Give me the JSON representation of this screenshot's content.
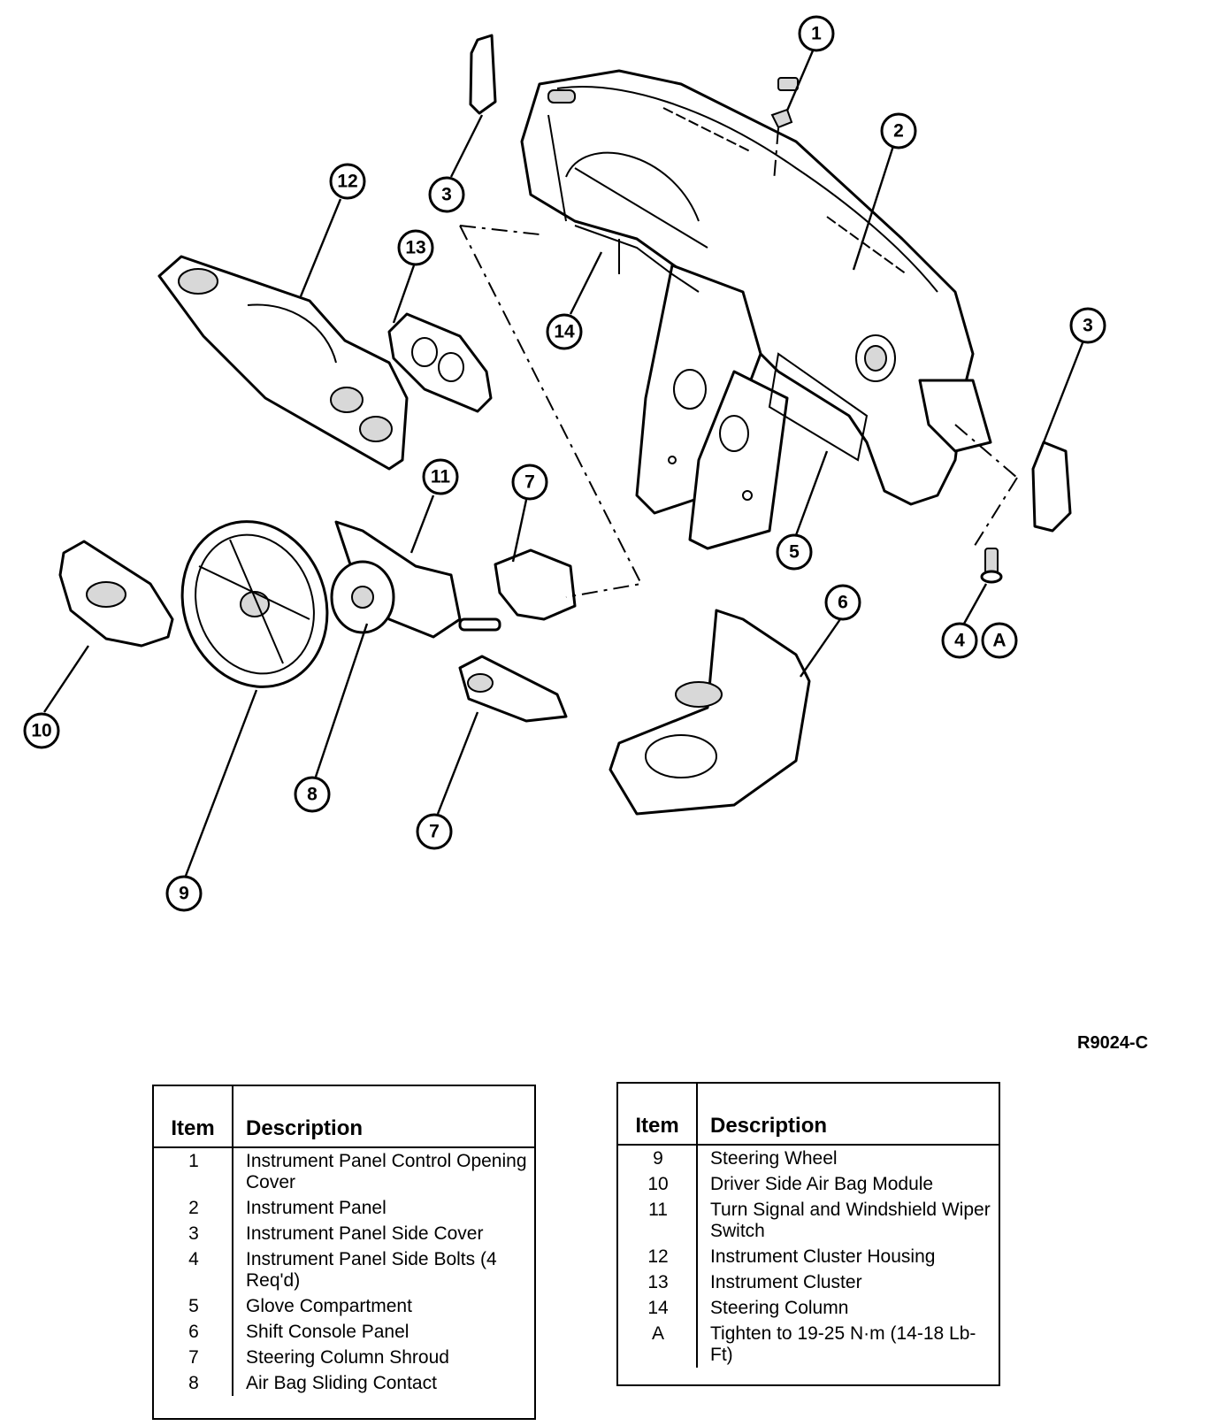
{
  "callouts": {
    "c1": "1",
    "c2": "2",
    "c3a": "3",
    "c3b": "3",
    "c4": "4",
    "cA": "A",
    "c5": "5",
    "c6": "6",
    "c7a": "7",
    "c7b": "7",
    "c8": "8",
    "c9": "9",
    "c10": "10",
    "c11": "11",
    "c12": "12",
    "c13": "13",
    "c14": "14"
  },
  "drawing_number": "R9024-C",
  "legend_left": {
    "header_item": "Item",
    "header_description": "Description",
    "rows": [
      {
        "item": "1",
        "description": "Instrument Panel Control Opening Cover"
      },
      {
        "item": "2",
        "description": "Instrument Panel"
      },
      {
        "item": "3",
        "description": "Instrument Panel Side Cover"
      },
      {
        "item": "4",
        "description": "Instrument Panel Side Bolts (4 Req'd)"
      },
      {
        "item": "5",
        "description": "Glove Compartment"
      },
      {
        "item": "6",
        "description": "Shift Console Panel"
      },
      {
        "item": "7",
        "description": "Steering Column Shroud"
      },
      {
        "item": "8",
        "description": "Air Bag Sliding Contact"
      }
    ]
  },
  "legend_right": {
    "header_item": "Item",
    "header_description": "Description",
    "rows": [
      {
        "item": "9",
        "description": "Steering Wheel"
      },
      {
        "item": "10",
        "description": "Driver Side Air Bag Module"
      },
      {
        "item": "11",
        "description": "Turn Signal and Windshield Wiper Switch"
      },
      {
        "item": "12",
        "description": "Instrument Cluster Housing"
      },
      {
        "item": "13",
        "description": "Instrument Cluster"
      },
      {
        "item": "14",
        "description": "Steering Column"
      },
      {
        "item": "A",
        "description": "Tighten to 19-25 N·m (14-18 Lb-Ft)"
      }
    ]
  }
}
